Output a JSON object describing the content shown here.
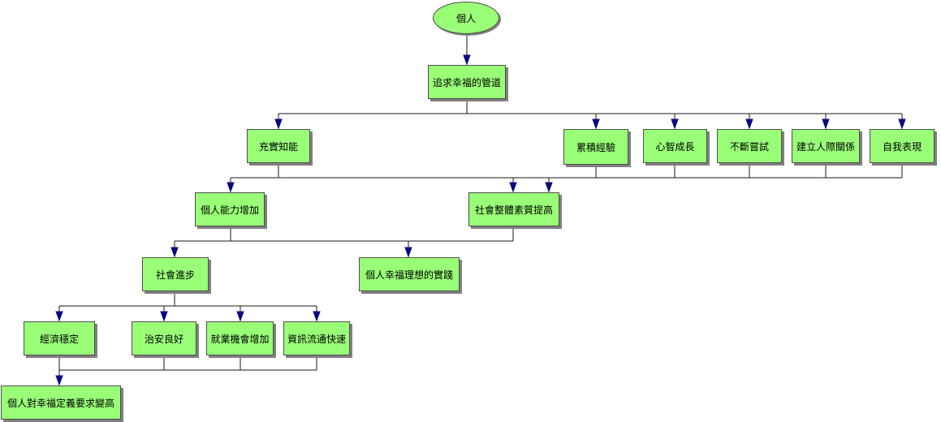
{
  "colors": {
    "node_fill": "#99ff77",
    "connector": "#1a1a1a",
    "arrow": "#0a0a80"
  },
  "nodes": {
    "person": "個人",
    "pursuit": "追求幸福的管道",
    "knowledge": "充實知能",
    "experience": "累積經驗",
    "mind": "心智成長",
    "trying": "不斷嘗試",
    "relations": "建立人際關係",
    "expression": "自我表現",
    "ability": "個人能力增加",
    "quality": "社會整體素質提高",
    "progress": "社會進步",
    "ideal": "個人幸福理想的實踐",
    "economy": "經濟穩定",
    "security": "治安良好",
    "employment": "就業機會增加",
    "information": "資訊流通快速",
    "standard": "個人對幸福定義要求變高"
  }
}
